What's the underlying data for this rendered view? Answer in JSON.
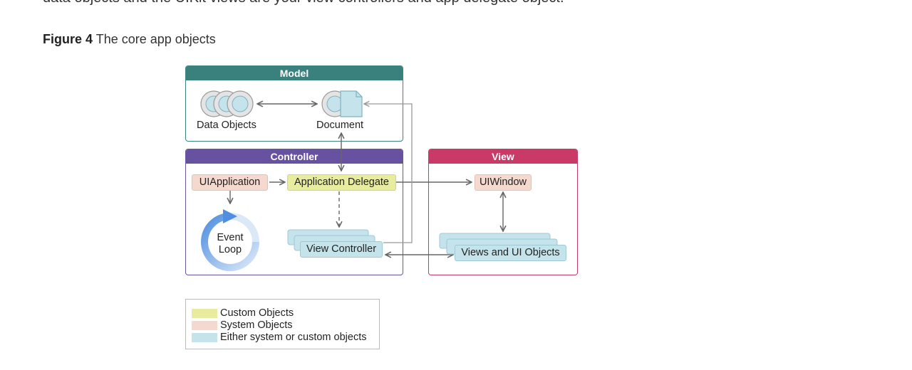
{
  "page": {
    "intro_text": "data objects and the UIKit views are your view controllers and app delegate object.",
    "figure_label": "Figure 4",
    "figure_title": "The core app objects"
  },
  "diagram": {
    "groups": {
      "model": "Model",
      "controller": "Controller",
      "view": "View"
    },
    "nodes": {
      "data_objects": "Data Objects",
      "document": "Document",
      "ui_application": "UIApplication",
      "application_delegate": "Application Delegate",
      "event_loop_line1": "Event",
      "event_loop_line2": "Loop",
      "view_controller": "View Controller",
      "ui_window": "UIWindow",
      "views_and_ui_objects": "Views and UI Objects"
    },
    "legend": [
      {
        "label": "Custom Objects",
        "color": "#e7ec9e"
      },
      {
        "label": "System Objects",
        "color": "#f5d9cf"
      },
      {
        "label": "Either system or custom objects",
        "color": "#c4e3ea"
      }
    ],
    "colors": {
      "model_header": "#3a807d",
      "controller_header": "#6652a0",
      "view_header": "#c93a66",
      "arrow": "#666666",
      "event_loop_blue": "#5b96e0"
    }
  }
}
